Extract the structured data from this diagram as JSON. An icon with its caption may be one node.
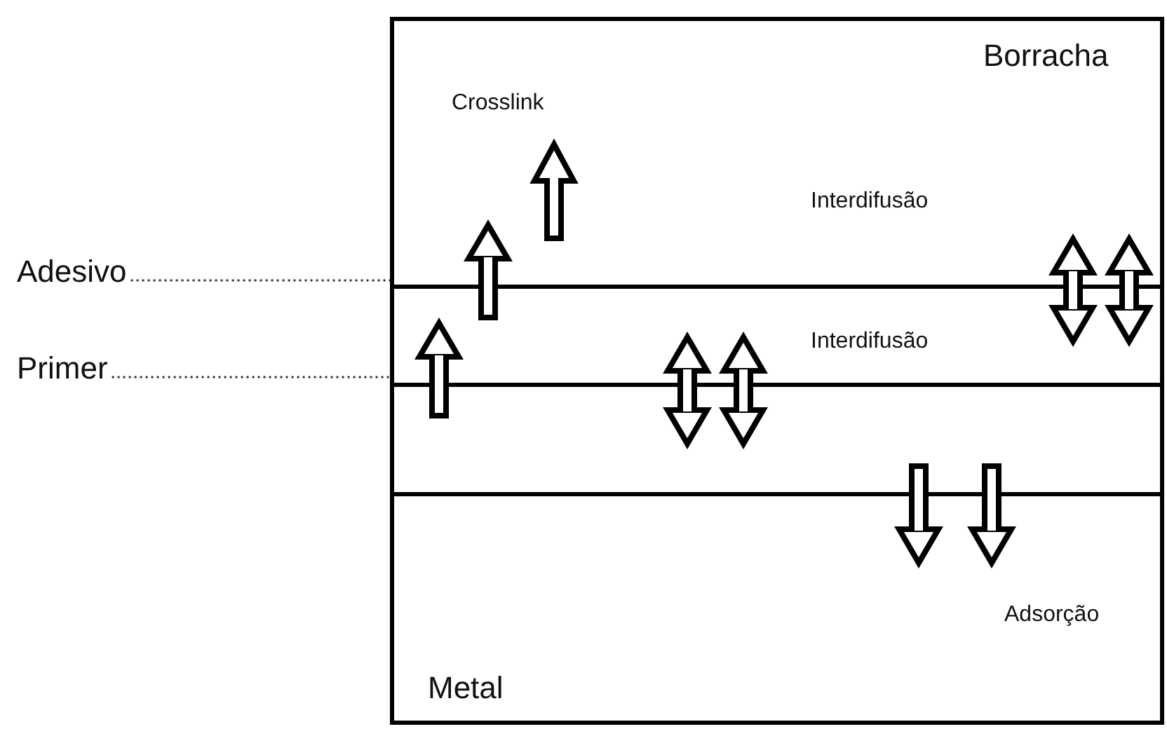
{
  "diagram": {
    "nodes": [
      {
        "text": [
          "Borracha"
        ]
      },
      {
        "text": [],
        "shape": "box"
      },
      {
        "text": [],
        "shape": "box"
      },
      {
        "text": [
          "Metal"
        ]
      },
      {
        "text": [
          "Adesivo"
        ]
      },
      {
        "text": [
          "Primer"
        ]
      }
    ],
    "edges": [
      {
        "from": 4,
        "to": 1,
        "arrow": "none",
        "style": "dashed"
      },
      {
        "from": 5,
        "to": 2,
        "arrow": "none",
        "style": "dashed"
      },
      {
        "from": 2,
        "to": 1,
        "arrow": "to"
      },
      {
        "from": 1,
        "to": 0,
        "arrow": "to"
      },
      {
        "from": 1,
        "to": 2,
        "arrow": "both"
      },
      {
        "from": 1,
        "to": 2,
        "arrow": "both"
      },
      {
        "from": 0,
        "to": 1,
        "arrow": "both"
      },
      {
        "from": 0,
        "to": 1,
        "arrow": "both"
      },
      {
        "from": 2,
        "to": 3,
        "arrow": "to"
      },
      {
        "from": 2,
        "to": 3,
        "arrow": "to"
      }
    ],
    "labels": [
      "Crosslink",
      "Interdifusão",
      "Interdifusão",
      "Adsorção"
    ]
  }
}
